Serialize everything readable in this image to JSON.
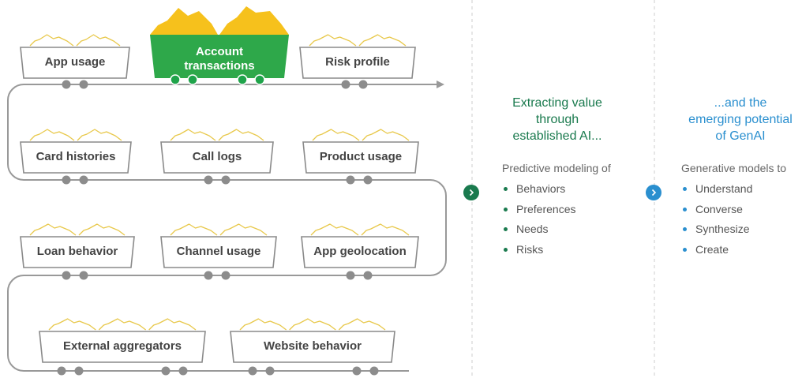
{
  "carts": [
    {
      "label": "App usage",
      "highlight": false
    },
    {
      "label": "Account\ntransactions",
      "highlight": true
    },
    {
      "label": "Risk profile",
      "highlight": false
    },
    {
      "label": "Card histories",
      "highlight": false
    },
    {
      "label": "Call logs",
      "highlight": false
    },
    {
      "label": "Product usage",
      "highlight": false
    },
    {
      "label": "Loan behavior",
      "highlight": false
    },
    {
      "label": "Channel usage",
      "highlight": false
    },
    {
      "label": "App geolocation",
      "highlight": false
    },
    {
      "label": "External aggregators",
      "highlight": false
    },
    {
      "label": "Website behavior",
      "highlight": false
    }
  ],
  "panel_established": {
    "title": "Extracting value\nthrough\nestablished AI...",
    "intro": "Predictive modeling of",
    "items": [
      "Behaviors",
      "Preferences",
      "Needs",
      "Risks"
    ]
  },
  "panel_genai": {
    "title": "...and the\nemerging potential\nof GenAI",
    "intro": "Generative models to",
    "items": [
      "Understand",
      "Converse",
      "Synthesize",
      "Create"
    ]
  },
  "colors": {
    "track": "#999999",
    "cart_outline": "#8a8a8a",
    "ore_outline": "#e8c84a",
    "ore_fill": "#f6c11c",
    "highlight_cart": "#2ea84a",
    "highlight_wheel": "#1fa34a",
    "established_accent": "#1a7a4e",
    "genai_accent": "#2a8fcf",
    "divider": "#cccccc"
  },
  "icons": {
    "established_arrow": "chevron-right-icon",
    "genai_arrow": "chevron-right-icon"
  }
}
